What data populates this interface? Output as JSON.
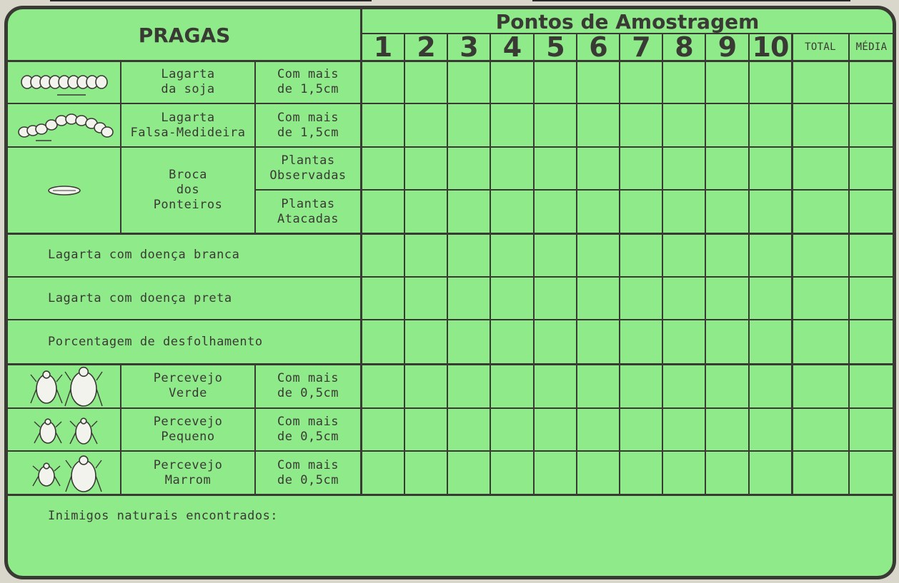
{
  "form": {
    "pests_header": "PRAGAS",
    "sampling_header": "Pontos de Amostragem",
    "sampling_points": [
      "1",
      "2",
      "3",
      "4",
      "5",
      "6",
      "7",
      "8",
      "9",
      "10"
    ],
    "total_label": "TOTAL",
    "average_label": "MÉDIA",
    "pests": [
      {
        "name": "Lagarta\nda soja",
        "criteria": [
          "Com mais\nde 1,5cm"
        ],
        "icon": "soybean-caterpillar-icon"
      },
      {
        "name": "Lagarta\nFalsa-Medideira",
        "criteria": [
          "Com mais\nde 1,5cm"
        ],
        "icon": "looper-caterpillar-icon"
      },
      {
        "name": "Broca\ndos\nPonteiros",
        "criteria": [
          "Plantas\nObservadas",
          "Plantas\nAtacadas"
        ],
        "icon": "stem-borer-icon"
      }
    ],
    "full_rows": [
      "Lagarta com doença branca",
      "Lagarta com doença preta",
      "Porcentagem de desfolhamento"
    ],
    "stink_bugs": [
      {
        "name": "Percevejo\nVerde",
        "criteria": "Com mais\nde 0,5cm",
        "icon": "green-stink-bug-icon"
      },
      {
        "name": "Percevejo\nPequeno",
        "criteria": "Com mais\nde 0,5cm",
        "icon": "small-stink-bug-icon"
      },
      {
        "name": "Percevejo\nMarrom",
        "criteria": "Com mais\nde 0,5cm",
        "icon": "brown-stink-bug-icon"
      }
    ],
    "footer": "Inimigos naturais encontrados:"
  },
  "colors": {
    "card": "#8fea89",
    "ink": "#3a3a35",
    "page": "#d9d6cc"
  }
}
